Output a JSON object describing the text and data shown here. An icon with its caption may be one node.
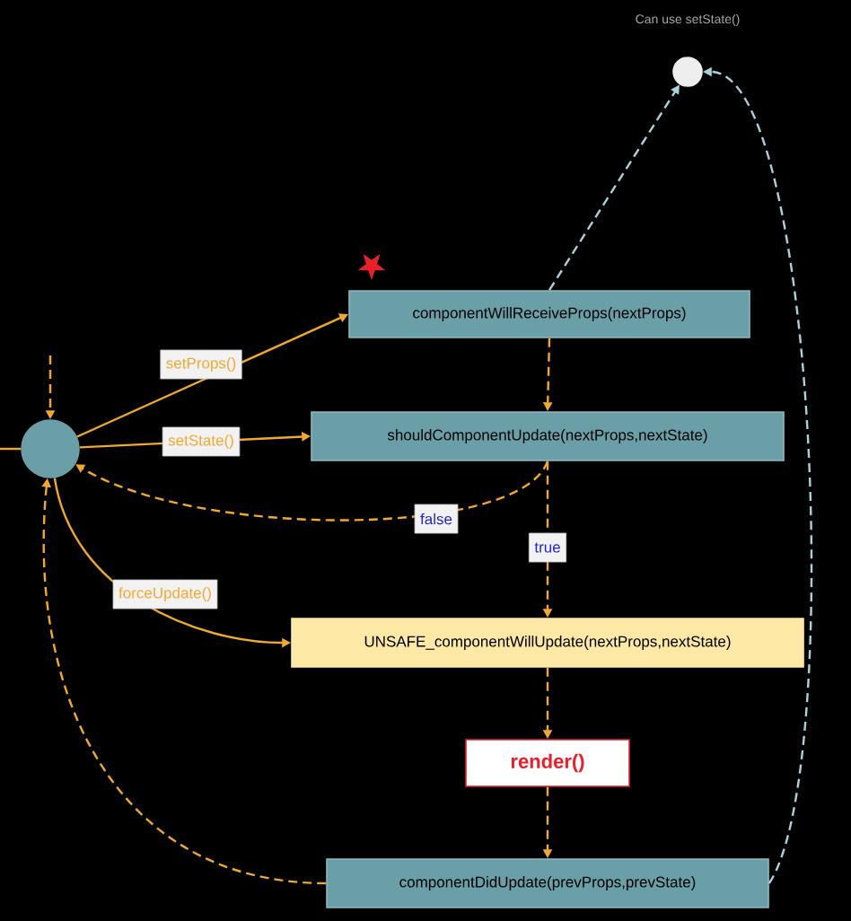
{
  "diagram": {
    "nodes": [
      {
        "text": [],
        "shape": "circle"
      },
      {
        "text": [
          "componentWillReceiveProps(nextProps)"
        ]
      },
      {
        "text": [
          "shouldComponentUpdate(nextProps,nextState)"
        ]
      },
      {
        "text": [
          "UNSAFE_componentWillUpdate(nextProps,nextState)"
        ]
      },
      {
        "text": [
          "render()"
        ]
      },
      {
        "text": [
          "componentDidUpdate(prevProps,prevState)"
        ]
      },
      {
        "text": [],
        "shape": "circle",
        "beside": [
          "Can use setState()"
        ]
      }
    ],
    "edges": [
      {
        "from": null,
        "to": 0,
        "arrow": "to",
        "style": "dashed"
      },
      {
        "from": null,
        "to": 0,
        "arrow": "none"
      },
      {
        "from": 0,
        "to": 1,
        "arrow": "to",
        "label": "setProps()"
      },
      {
        "from": 0,
        "to": 2,
        "arrow": "to",
        "label": "setState()"
      },
      {
        "from": 2,
        "to": 0,
        "arrow": "to",
        "style": "dashed",
        "label": "false"
      },
      {
        "from": 1,
        "to": 2,
        "arrow": "to",
        "style": "dashed"
      },
      {
        "from": 2,
        "to": 3,
        "arrow": "to",
        "style": "dashed",
        "label": "true"
      },
      {
        "from": 0,
        "to": 3,
        "arrow": "to",
        "label": "forceUpdate()"
      },
      {
        "from": 3,
        "to": 4,
        "arrow": "to",
        "style": "dashed"
      },
      {
        "from": 4,
        "to": 5,
        "arrow": "to",
        "style": "dashed"
      },
      {
        "from": 5,
        "to": 0,
        "arrow": "to",
        "style": "dashed"
      },
      {
        "from": 1,
        "to": 6,
        "arrow": "to",
        "style": "dashed",
        "color": "#bbbbbb"
      },
      {
        "from": 5,
        "to": 6,
        "arrow": "to",
        "style": "dashed",
        "color": "#bbbbbb"
      }
    ]
  }
}
